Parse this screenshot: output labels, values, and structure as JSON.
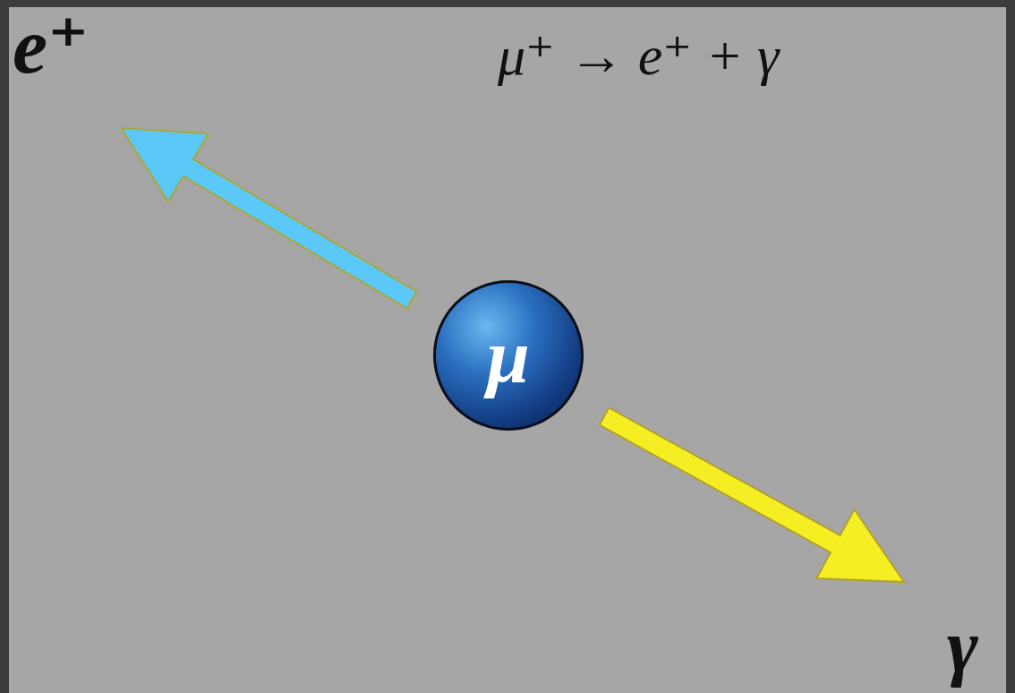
{
  "diagram": {
    "nodes": [
      {
        "text": [
          "μ"
        ]
      }
    ],
    "labels": [
      "e⁺",
      "μ⁺ → e⁺ + γ",
      "γ"
    ]
  }
}
